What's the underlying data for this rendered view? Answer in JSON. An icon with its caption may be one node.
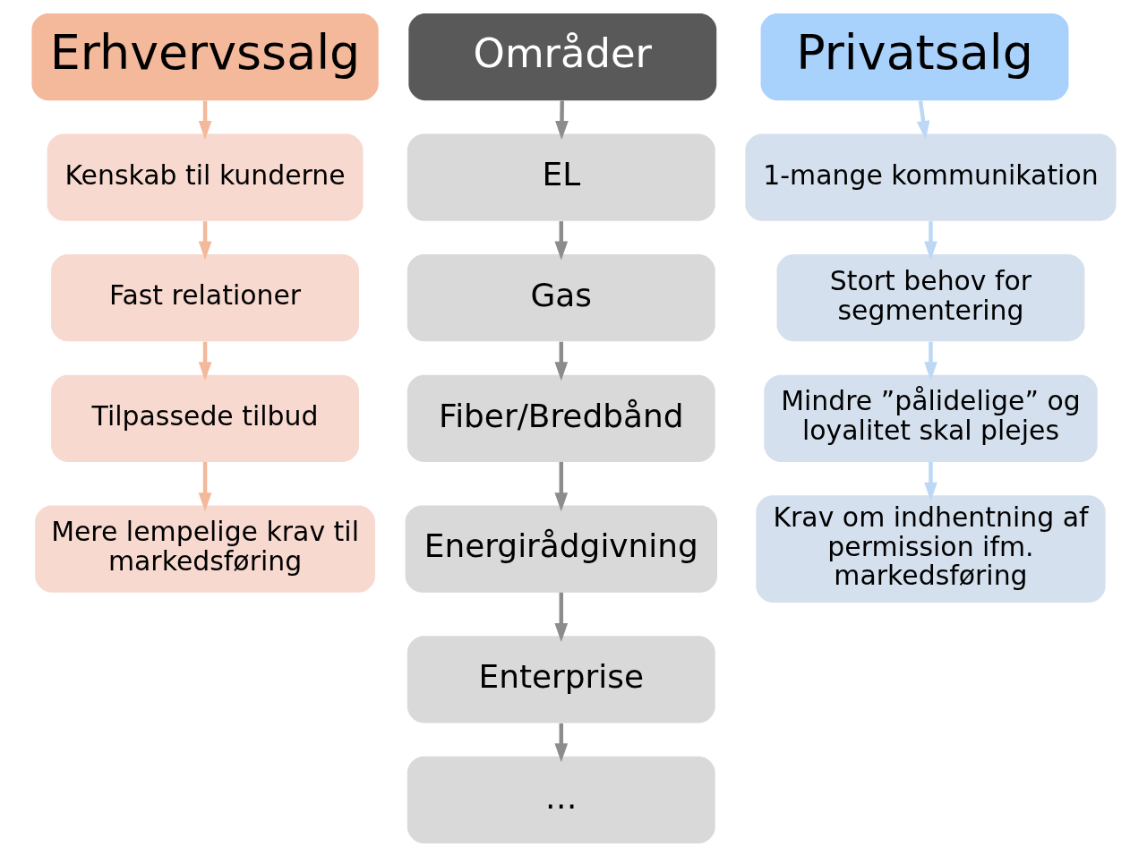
{
  "diagram": {
    "nodes": [
      {
        "text": [
          "Erhvervssalg"
        ]
      },
      {
        "text": [
          "Kenskab til kunderne"
        ]
      },
      {
        "text": [
          "Fast relationer"
        ]
      },
      {
        "text": [
          "Tilpassede tilbud"
        ]
      },
      {
        "text": [
          "Mere lempelige krav til markedsføring"
        ]
      },
      {
        "text": [
          "Områder"
        ]
      },
      {
        "text": [
          "EL"
        ]
      },
      {
        "text": [
          "Gas"
        ]
      },
      {
        "text": [
          "Fiber/Bredbånd"
        ]
      },
      {
        "text": [
          "Energirådgivning"
        ]
      },
      {
        "text": [
          "Enterprise"
        ]
      },
      {
        "text": [
          "…"
        ]
      },
      {
        "text": [
          "Privatsalg"
        ]
      },
      {
        "text": [
          "1-mange kommunikation"
        ]
      },
      {
        "text": [
          "Stort behov for segmentering"
        ]
      },
      {
        "text": [
          "Mindre ”pålidelige” og loyalitet skal plejes"
        ]
      },
      {
        "text": [
          "Krav om indhentning af permission ifm. markedsføring"
        ]
      }
    ],
    "edges": [
      {
        "from": 0,
        "to": 1,
        "arrow": "to",
        "color": "#f4b89a"
      },
      {
        "from": 1,
        "to": 2,
        "arrow": "to",
        "color": "#f4b89a"
      },
      {
        "from": 2,
        "to": 3,
        "arrow": "to",
        "color": "#f4b89a"
      },
      {
        "from": 3,
        "to": 4,
        "arrow": "to",
        "color": "#f4b89a"
      },
      {
        "from": 5,
        "to": 6,
        "arrow": "to"
      },
      {
        "from": 6,
        "to": 7,
        "arrow": "to"
      },
      {
        "from": 7,
        "to": 8,
        "arrow": "to"
      },
      {
        "from": 8,
        "to": 9,
        "arrow": "to"
      },
      {
        "from": 9,
        "to": 10,
        "arrow": "to"
      },
      {
        "from": 10,
        "to": 11,
        "arrow": "to"
      },
      {
        "from": 12,
        "to": 13,
        "arrow": "to",
        "color": "#bcd8f5"
      },
      {
        "from": 13,
        "to": 14,
        "arrow": "to",
        "color": "#bcd8f5"
      },
      {
        "from": 14,
        "to": 15,
        "arrow": "to",
        "color": "#bcd8f5"
      },
      {
        "from": 15,
        "to": 16,
        "arrow": "to",
        "color": "#bcd8f5"
      }
    ]
  }
}
